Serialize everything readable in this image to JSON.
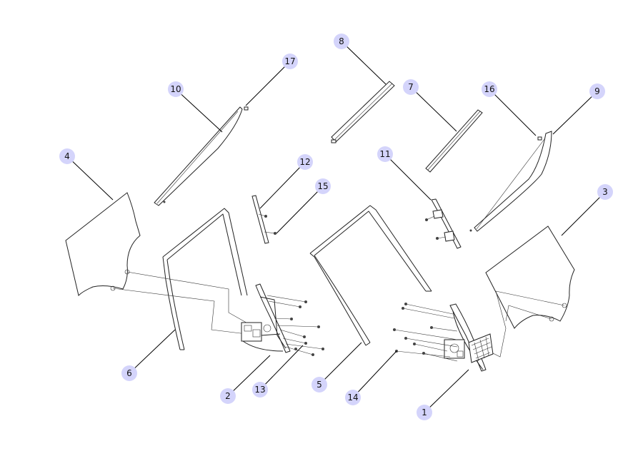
{
  "diagram": {
    "type": "exploded-parts",
    "callouts": [
      {
        "label": "1"
      },
      {
        "label": "2"
      },
      {
        "label": "3"
      },
      {
        "label": "4"
      },
      {
        "label": "5"
      },
      {
        "label": "6"
      },
      {
        "label": "7"
      },
      {
        "label": "8"
      },
      {
        "label": "9"
      },
      {
        "label": "10"
      },
      {
        "label": "11"
      },
      {
        "label": "12"
      },
      {
        "label": "13"
      },
      {
        "label": "14"
      },
      {
        "label": "15"
      },
      {
        "label": "16"
      },
      {
        "label": "17"
      }
    ]
  },
  "colors": {
    "callout_fill": "#d4d4fb",
    "line": "#222222"
  }
}
